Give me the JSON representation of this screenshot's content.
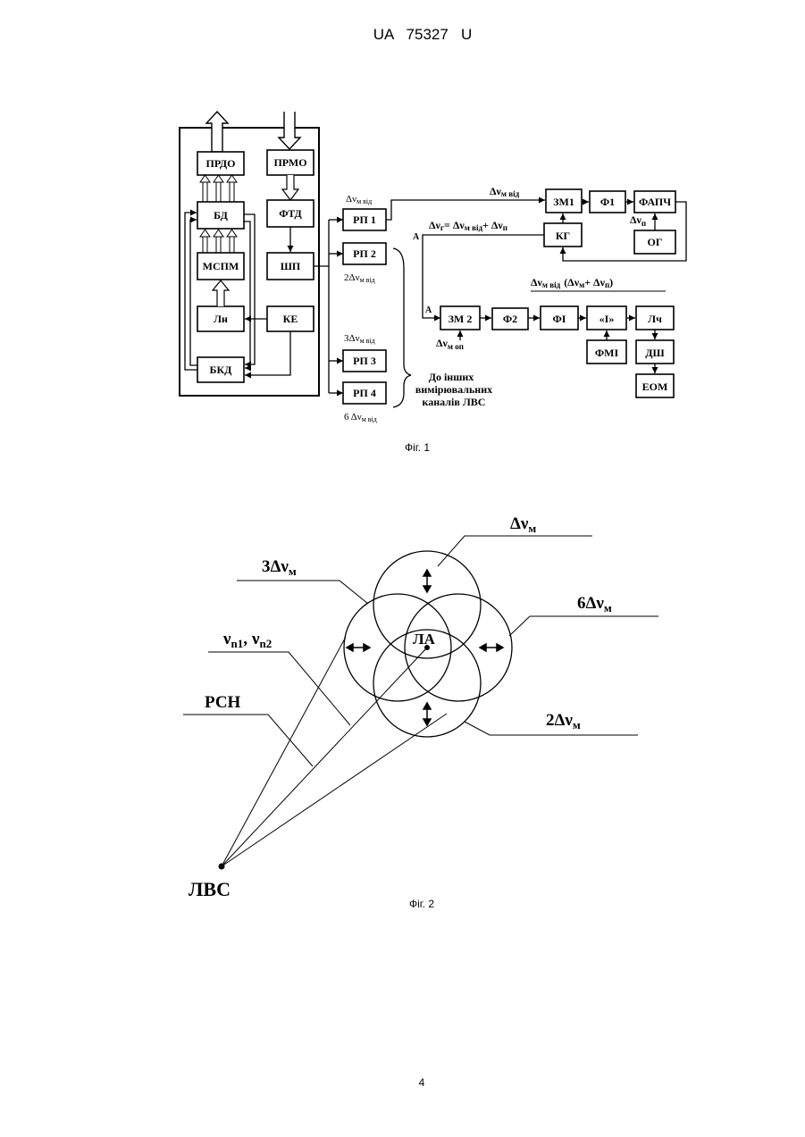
{
  "header": {
    "doc_number": "UA   75327   U"
  },
  "fig1": {
    "caption": "Фіг. 1",
    "blocks": {
      "prdo": "ПРДО",
      "prmo": "ПРМО",
      "bd": "БД",
      "ftd": "ФТД",
      "mspm": "МСПМ",
      "shp": "ШП",
      "ln": "Лн",
      "ke": "КЕ",
      "bkd": "БКД",
      "rp1": "РП 1",
      "rp2": "РП 2",
      "rp3": "РП 3",
      "rp4": "РП 4",
      "zm1": "ЗМ1",
      "f1": "Ф1",
      "fapch": "ФАПЧ",
      "og": "ОГ",
      "kg": "КГ",
      "zm2": "ЗМ 2",
      "f2": "Ф2",
      "fi": "ФІ",
      "integ": "«І»",
      "lch": "Лч",
      "fmi": "ФМІ",
      "dsh": "ДШ",
      "eom": "ЕОМ"
    },
    "labels": {
      "rp1_freq": "Δν",
      "rp1_freq_sub": "м від",
      "rp2_freq": "2Δν",
      "rp2_freq_sub": "м від",
      "rp3_freq": "3Δν",
      "rp3_freq_sub": "м від",
      "rp4_freq": "6 Δν",
      "rp4_freq_sub": "м від",
      "zm1_in": "Δν",
      "zm1_in_sub": "м від",
      "np": "Δν",
      "np_sub": "п",
      "kg_out": "Δν",
      "kg_out_sub": "г",
      "kg_eq": "= Δν",
      "kg_eq_sub": "м від",
      "kg_plus": "+ Δν",
      "kg_plus_sub": "п",
      "fi_top": "Δν",
      "fi_top_sub": "м від",
      "fi_top_paren": "(Δν",
      "fi_top_paren_sub": "м",
      "fi_top_plus": "+ Δν",
      "fi_top_plus_sub": "п",
      "fi_top_close": ")",
      "zm2_in": "Δν",
      "zm2_in_sub": "м оп",
      "node_a1": "A",
      "node_a2": "A",
      "other_channels_1": "До інших",
      "other_channels_2": "вимірювальних",
      "other_channels_3": "каналів ЛВС"
    }
  },
  "fig2": {
    "caption": "Фіг. 2",
    "labels": {
      "dvm": "Δν",
      "dvm_sub": "м",
      "three_dvm": "3Δν",
      "three_dvm_sub": "м",
      "six_dvm": "6Δν",
      "six_dvm_sub": "м",
      "two_dvm": "2Δν",
      "two_dvm_sub": "м",
      "n1": "ν",
      "n1_sub": "n1",
      "comma": ",",
      "n2": "ν",
      "n2_sub": "n2",
      "rsn": "РСН",
      "la": "ЛА",
      "lvs": "ЛВС"
    }
  },
  "footer": {
    "page_number": "4"
  }
}
